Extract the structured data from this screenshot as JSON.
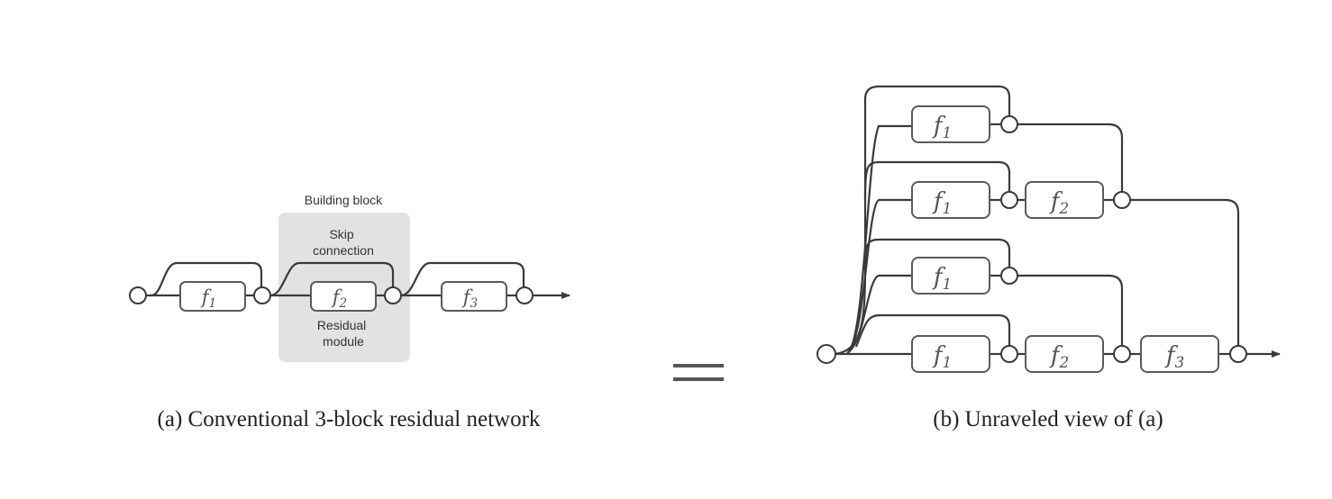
{
  "panel_a": {
    "caption": "(a) Conventional 3-block residual network",
    "building_block_label": "Building block",
    "skip_connection_label_line1": "Skip",
    "skip_connection_label_line2": "connection",
    "residual_module_label_line1": "Residual",
    "residual_module_label_line2": "module",
    "modules": [
      {
        "base": "f",
        "sub": "1"
      },
      {
        "base": "f",
        "sub": "2"
      },
      {
        "base": "f",
        "sub": "3"
      }
    ]
  },
  "equals_sign": "=",
  "panel_b": {
    "caption": "(b) Unraveled view of (a)",
    "rows": [
      [
        {
          "base": "f",
          "sub": "1"
        }
      ],
      [
        {
          "base": "f",
          "sub": "1"
        },
        {
          "base": "f",
          "sub": "2"
        }
      ],
      [
        {
          "base": "f",
          "sub": "1"
        }
      ],
      [
        {
          "base": "f",
          "sub": "1"
        },
        {
          "base": "f",
          "sub": "2"
        },
        {
          "base": "f",
          "sub": "3"
        }
      ]
    ]
  }
}
